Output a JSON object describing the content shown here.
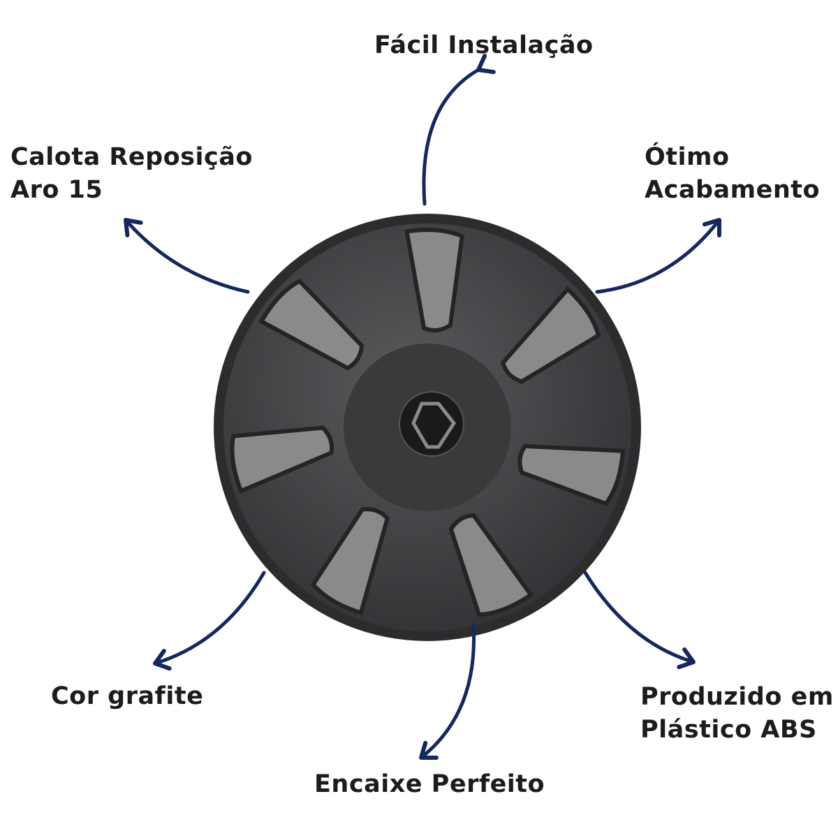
{
  "labels": {
    "top": "Fácil Instalação",
    "top_left_line1": "Calota Reposição",
    "top_left_line2": "Aro 15",
    "top_right_line1": "Ótimo",
    "top_right_line2": "Acabamento",
    "bottom_left": "Cor grafite",
    "bottom": "Encaixe Perfeito",
    "bottom_right_line1": "Produzido em",
    "bottom_right_line2": "Plástico ABS"
  },
  "colors": {
    "arrow": "#16275e",
    "wheel": "#3f3f42",
    "window": "#8a8a8c",
    "text": "#1c1c1c"
  }
}
